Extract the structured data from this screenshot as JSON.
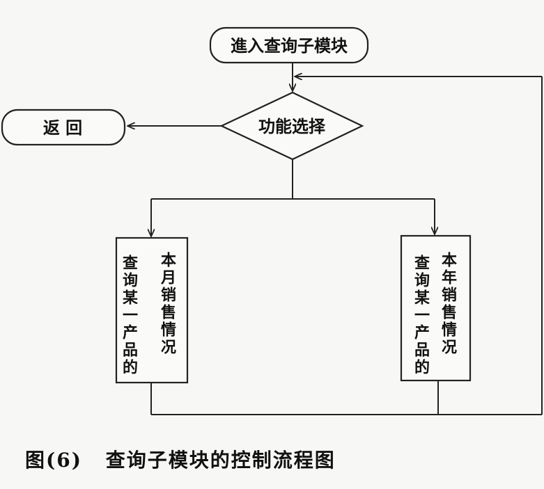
{
  "nodes": {
    "start": "進入查询子模块",
    "decision": "功能选择",
    "return": "返 回"
  },
  "branches": {
    "left": {
      "col1": "查询某一产品的",
      "col2": "本月销售情况"
    },
    "right": {
      "col1": "查询某一产品的",
      "col2": "本年销售情况"
    }
  },
  "caption": {
    "figure_no": "图(6)",
    "title": "查询子模块的控制流程图"
  }
}
